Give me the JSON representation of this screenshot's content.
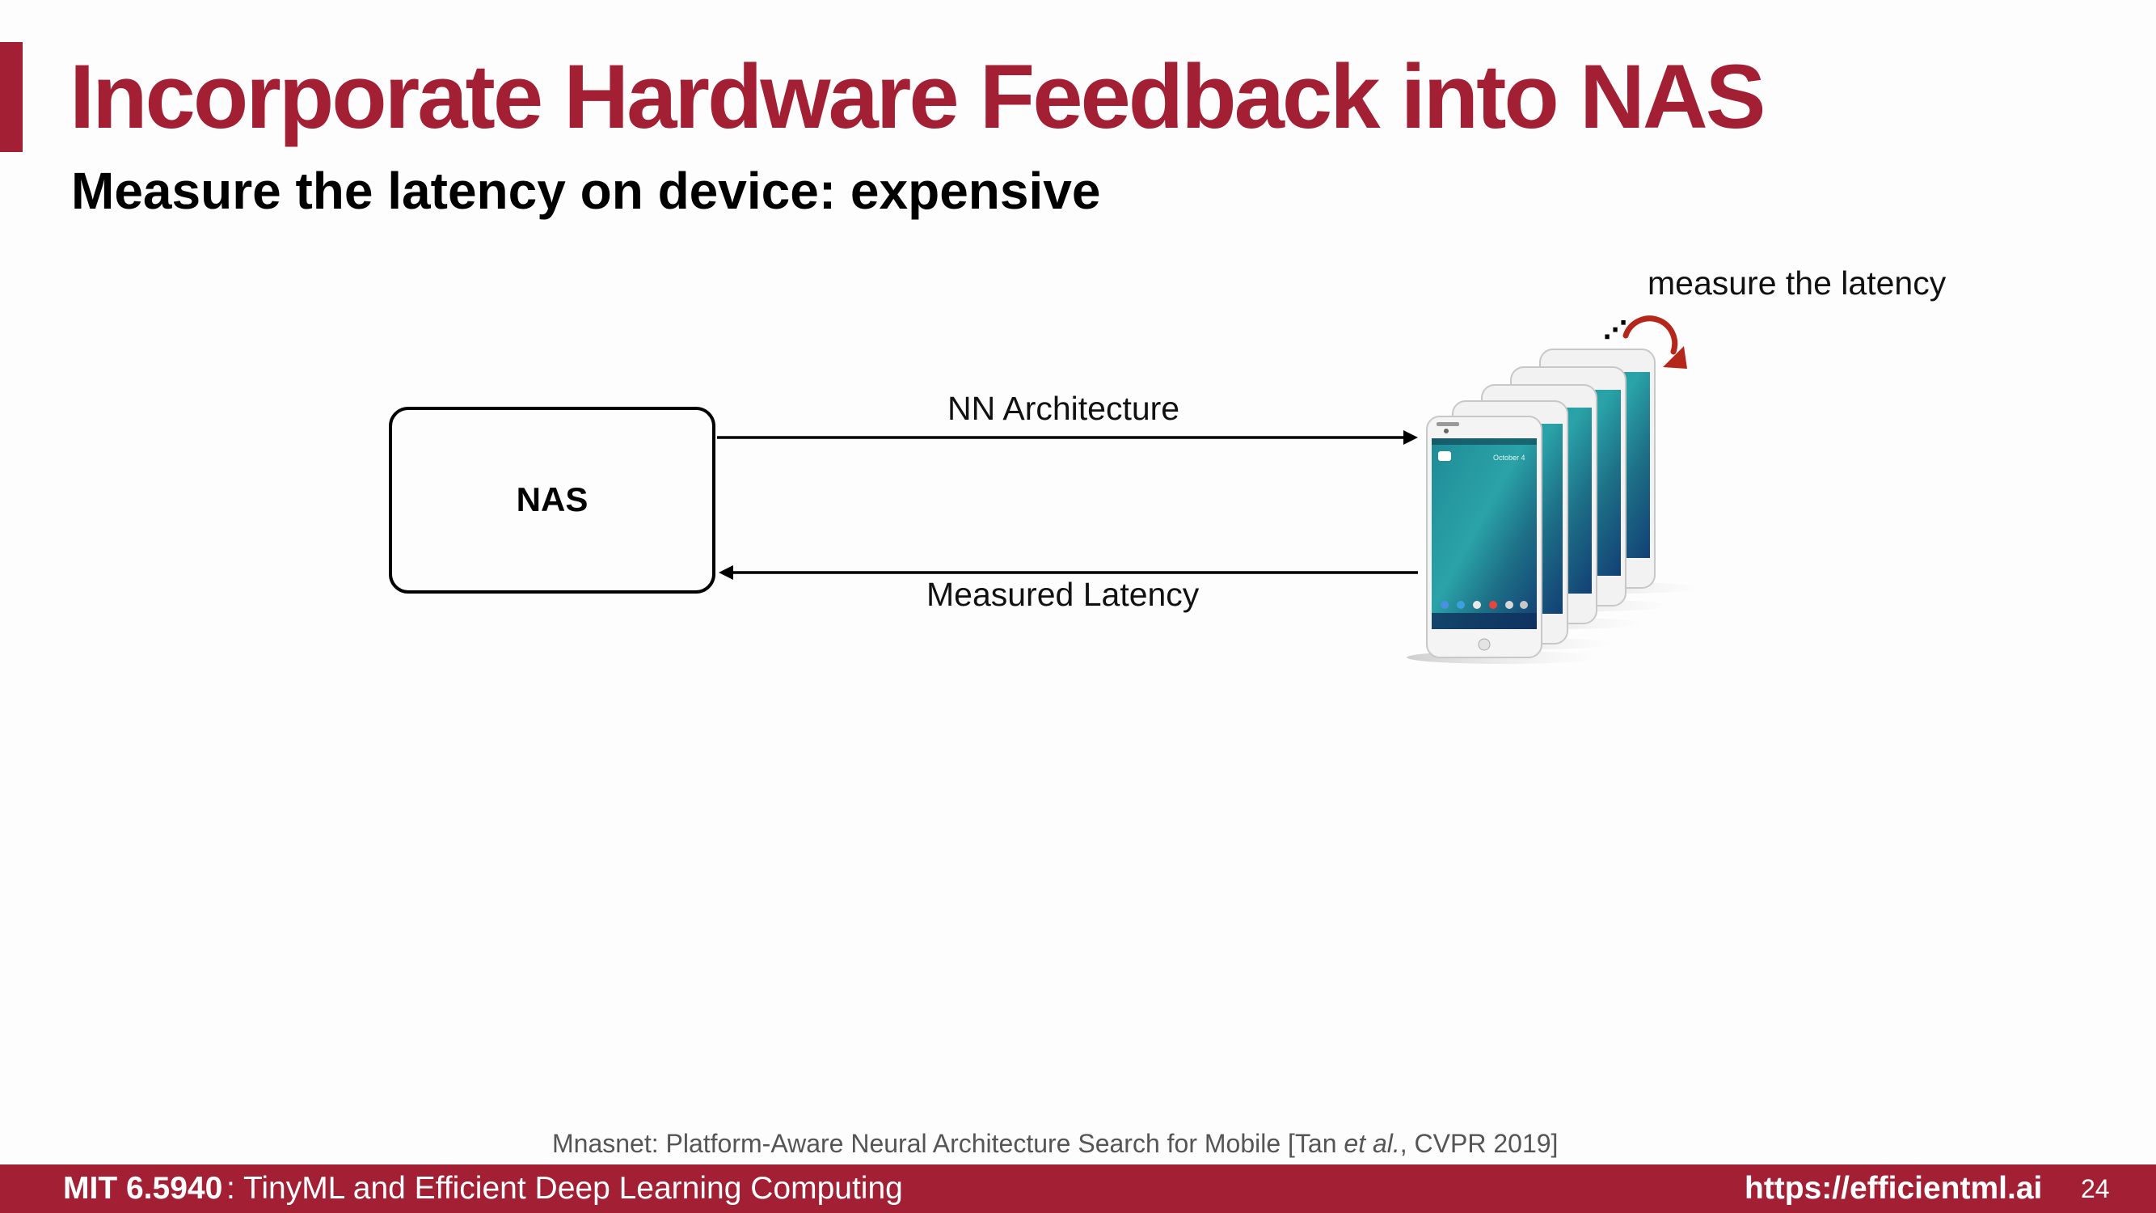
{
  "slide": {
    "title": "Incorporate Hardware Feedback into NAS",
    "subtitle": "Measure the latency on device: expensive",
    "accent_color": "#a31f34"
  },
  "diagram": {
    "nas_label": "NAS",
    "forward_arrow_label": "NN Architecture",
    "backward_arrow_label": "Measured Latency",
    "device_caption": "measure the latency",
    "device_icon": "smartphone-stack-icon",
    "loop_icon": "circular-arrow-icon",
    "ellipsis": "⋰",
    "phone_date": "October 4"
  },
  "citation": {
    "before": "Mnasnet: Platform-Aware Neural Architecture Search for Mobile [Tan ",
    "italic": "et al.",
    "after": ", CVPR 2019]"
  },
  "footer": {
    "course_code": "MIT 6.5940",
    "course_name": ": TinyML and Efficient Deep Learning Computing",
    "url": "https://efficientml.ai",
    "page_number": "24"
  }
}
